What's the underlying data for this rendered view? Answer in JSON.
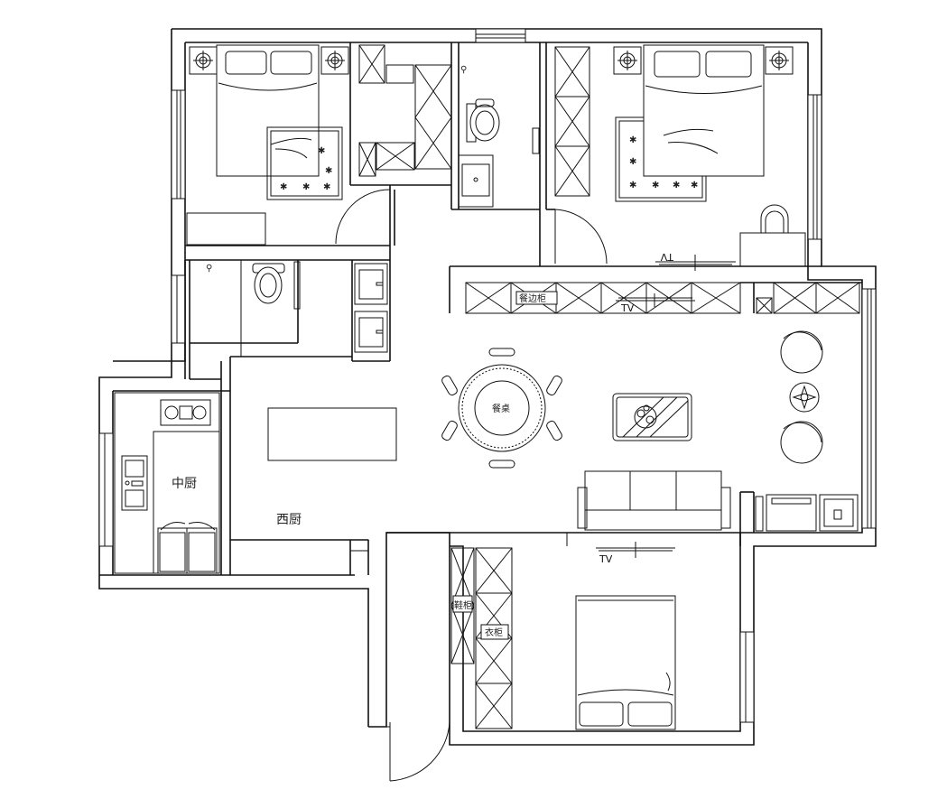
{
  "labels": {
    "chinese_kitchen": "中厨",
    "western_kitchen": "西厨",
    "dining_table": "餐桌",
    "sideboard": "餐边柜",
    "tv_living": "TV",
    "tv_bedroom": "TV",
    "tv_top_bedroom": "TV",
    "shoe_cabinet": "鞋柜",
    "wardrobe": "衣柜"
  },
  "icons": [
    "bed-icon",
    "nightstand-lamp-icon",
    "toilet-icon",
    "sink-icon",
    "stove-icon",
    "fridge-icon",
    "sofa-icon",
    "armchair-icon",
    "plant-icon",
    "wardrobe-icon",
    "door-swing-icon",
    "tv-icon",
    "rug-icon"
  ]
}
